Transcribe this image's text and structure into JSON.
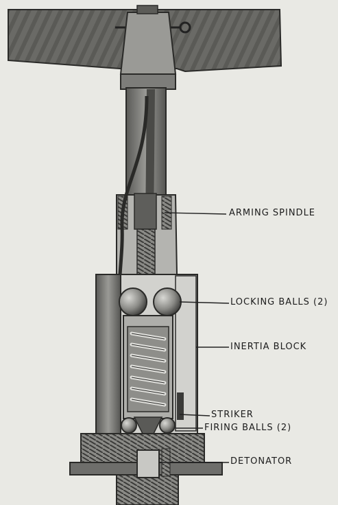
{
  "labels": {
    "arming_spindle": "ARMING SPINDLE",
    "locking_balls": "LOCKING BALLS (2)",
    "inertia_block": "INERTIA BLOCK",
    "striker": "STRIKER",
    "firing_balls": "FIRING BALLS (2)",
    "detonator": "DETONATOR"
  },
  "colors": {
    "paper": "#e9e9e4",
    "metal_dark": "#4a4a4a",
    "metal_mid": "#7d7d7a",
    "metal_light": "#b4b4b0",
    "ink": "#1c1c1c"
  }
}
